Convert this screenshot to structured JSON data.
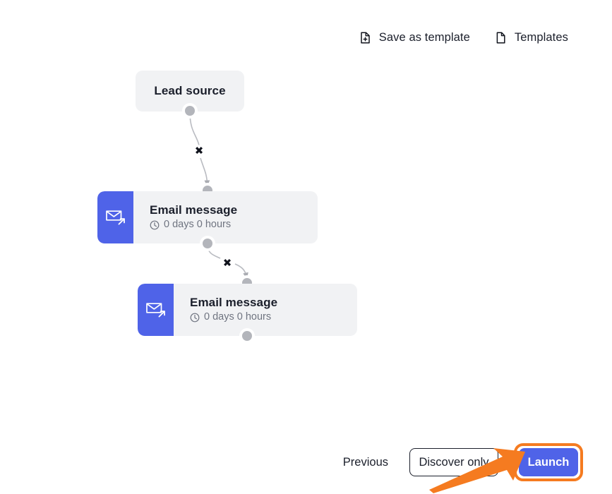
{
  "toolbar": {
    "actions": [
      {
        "label": "Save as template",
        "icon": "document-plus-icon"
      },
      {
        "label": "Templates",
        "icon": "document-icon"
      }
    ]
  },
  "flow": {
    "nodes": [
      {
        "id": "lead-source",
        "type": "trigger",
        "title": "Lead source",
        "subtitle": "",
        "icon": "",
        "icon_color": "",
        "has_top_handle": false,
        "has_bottom_handle": true
      },
      {
        "id": "email-message-1",
        "type": "email",
        "title": "Email message",
        "subtitle": "0 days 0 hours",
        "icon": "email-send-icon",
        "icon_color": "#4f63e8",
        "has_top_handle": true,
        "has_bottom_handle": true
      },
      {
        "id": "email-message-2",
        "type": "email",
        "title": "Email message",
        "subtitle": "0 days 0 hours",
        "icon": "email-send-icon",
        "icon_color": "#4f63e8",
        "has_top_handle": true,
        "has_bottom_handle": true
      }
    ],
    "edges": [
      {
        "from": "lead-source",
        "to": "email-message-1",
        "delete_label": "✖"
      },
      {
        "from": "email-message-1",
        "to": "email-message-2",
        "delete_label": "✖"
      }
    ],
    "meta_icon": "clock-icon",
    "handle_color": "#b3b5bb",
    "node_background": "#f1f2f4"
  },
  "footer": {
    "previous_label": "Previous",
    "discover_label": "Discover only",
    "launch_label": "Launch"
  },
  "annotation": {
    "highlight_color": "#f57b20",
    "highlighted_target": "Launch",
    "arrow": "orange-pointer-arrow"
  },
  "colors": {
    "accent": "#4f63e8",
    "highlight": "#f57b20",
    "text": "#1b1f2b",
    "muted_text": "#6f7480",
    "node_bg": "#f1f2f4"
  }
}
